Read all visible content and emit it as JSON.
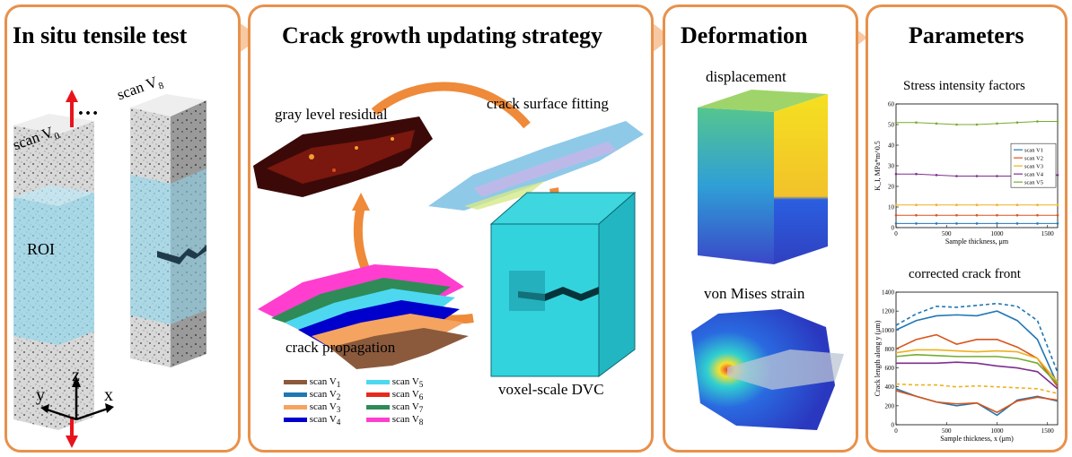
{
  "panels": {
    "p1": {
      "title": "In situ tensile test",
      "scan_first": "scan V",
      "scan_first_sub": "0",
      "ellipsis": "…",
      "scan_last": "scan V",
      "scan_last_sub": "8",
      "roi": "ROI",
      "axis_z": "z",
      "axis_y": "y",
      "axis_x": "x"
    },
    "p2": {
      "title": "Crack growth updating strategy",
      "gray_level_residual": "gray level residual",
      "crack_surface_fitting": "crack surface fitting",
      "crack_propagation": "crack propagation",
      "voxel_dvc": "voxel-scale DVC",
      "legend": [
        {
          "label": "scan V",
          "sub": "1",
          "color": "#8B5A3C"
        },
        {
          "label": "scan V",
          "sub": "2",
          "color": "#1F77B4"
        },
        {
          "label": "scan V",
          "sub": "3",
          "color": "#F4A460"
        },
        {
          "label": "scan V",
          "sub": "4",
          "color": "#0000CD"
        },
        {
          "label": "scan V",
          "sub": "5",
          "color": "#4DD8F0"
        },
        {
          "label": "scan V",
          "sub": "6",
          "color": "#E8281E"
        },
        {
          "label": "scan V",
          "sub": "7",
          "color": "#2E8B57"
        },
        {
          "label": "scan V",
          "sub": "8",
          "color": "#FF3ECF"
        }
      ]
    },
    "p3": {
      "title": "Deformation",
      "displacement": "displacement",
      "von_mises": "von Mises strain"
    },
    "p4": {
      "title": "Parameters",
      "sif_title": "Stress intensity factors",
      "crack_front_title": "corrected crack front"
    }
  },
  "chart_data": [
    {
      "type": "line",
      "title": "Stress intensity factors",
      "xlabel": "Sample thickness, μm",
      "ylabel": "K_I, MPa*m^0.5",
      "xlim": [
        0,
        1600
      ],
      "ylim": [
        0,
        60
      ],
      "xticks": [
        0,
        500,
        1000,
        1500
      ],
      "yticks": [
        0,
        10,
        20,
        30,
        40,
        50,
        60
      ],
      "legend_position": "right",
      "series": [
        {
          "name": "scan V1",
          "color": "#1F77B4",
          "x": [
            0,
            200,
            400,
            600,
            800,
            1000,
            1200,
            1400,
            1600
          ],
          "y": [
            2,
            2,
            2,
            2,
            2,
            2,
            2,
            2,
            2
          ]
        },
        {
          "name": "scan V2",
          "color": "#D9541A",
          "x": [
            0,
            200,
            400,
            600,
            800,
            1000,
            1200,
            1400,
            1600
          ],
          "y": [
            6,
            6,
            6,
            6,
            6,
            6,
            6,
            6,
            6
          ]
        },
        {
          "name": "scan V3",
          "color": "#EDB120",
          "x": [
            0,
            200,
            400,
            600,
            800,
            1000,
            1200,
            1400,
            1600
          ],
          "y": [
            11,
            11,
            11,
            11,
            11,
            11,
            11,
            11,
            11
          ]
        },
        {
          "name": "scan V4",
          "color": "#7E2F8E",
          "x": [
            0,
            200,
            400,
            600,
            800,
            1000,
            1200,
            1400,
            1600
          ],
          "y": [
            26,
            26,
            25.5,
            25,
            25,
            25,
            25,
            25.5,
            25.5
          ]
        },
        {
          "name": "scan V5",
          "color": "#77AC30",
          "x": [
            0,
            200,
            400,
            600,
            800,
            1000,
            1200,
            1400,
            1600
          ],
          "y": [
            51,
            51,
            50.5,
            50,
            50,
            50.5,
            51,
            51.5,
            51.5
          ]
        }
      ]
    },
    {
      "type": "line",
      "title": "corrected crack front",
      "xlabel": "Sample thickness, x (μm)",
      "ylabel": "Crack length along y (μm)",
      "xlim": [
        0,
        1600
      ],
      "ylim": [
        0,
        1400
      ],
      "xticks": [
        0,
        500,
        1000,
        1500
      ],
      "yticks": [
        0,
        200,
        400,
        600,
        800,
        1000,
        1200,
        1400
      ],
      "series": [
        {
          "color": "#1F77B4",
          "style": "solid",
          "x": [
            0,
            200,
            400,
            600,
            800,
            1000,
            1200,
            1400,
            1600
          ],
          "y": [
            1000,
            1100,
            1150,
            1160,
            1150,
            1200,
            1100,
            900,
            420
          ]
        },
        {
          "color": "#1F77B4",
          "style": "dashed",
          "x": [
            0,
            200,
            400,
            600,
            800,
            1000,
            1200,
            1400,
            1600
          ],
          "y": [
            1050,
            1170,
            1250,
            1240,
            1260,
            1280,
            1250,
            1100,
            550
          ]
        },
        {
          "color": "#D9541A",
          "style": "solid",
          "x": [
            0,
            200,
            400,
            600,
            800,
            1000,
            1200,
            1400,
            1600
          ],
          "y": [
            800,
            900,
            950,
            850,
            900,
            900,
            820,
            700,
            400
          ]
        },
        {
          "color": "#EDB120",
          "style": "solid",
          "x": [
            0,
            200,
            400,
            600,
            800,
            1000,
            1200,
            1400,
            1600
          ],
          "y": [
            760,
            790,
            790,
            780,
            770,
            780,
            770,
            700,
            450
          ]
        },
        {
          "color": "#77AC30",
          "style": "solid",
          "x": [
            0,
            200,
            400,
            600,
            800,
            1000,
            1200,
            1400,
            1600
          ],
          "y": [
            720,
            740,
            730,
            720,
            720,
            720,
            700,
            650,
            430
          ]
        },
        {
          "color": "#7E2F8E",
          "style": "solid",
          "x": [
            0,
            200,
            400,
            600,
            800,
            1000,
            1200,
            1400,
            1600
          ],
          "y": [
            650,
            650,
            650,
            660,
            650,
            620,
            600,
            560,
            380
          ]
        },
        {
          "color": "#EDB120",
          "style": "dashed",
          "x": [
            0,
            200,
            400,
            600,
            800,
            1000,
            1200,
            1400,
            1600
          ],
          "y": [
            430,
            420,
            420,
            400,
            410,
            400,
            390,
            380,
            330
          ]
        },
        {
          "color": "#1F77B4",
          "style": "solid",
          "x": [
            0,
            200,
            400,
            600,
            800,
            1000,
            1200,
            1400,
            1600
          ],
          "y": [
            380,
            300,
            240,
            200,
            230,
            100,
            260,
            300,
            250
          ]
        },
        {
          "color": "#D9541A",
          "style": "solid",
          "x": [
            0,
            200,
            400,
            600,
            800,
            1000,
            1200,
            1400,
            1600
          ],
          "y": [
            360,
            300,
            240,
            220,
            230,
            130,
            250,
            290,
            260
          ]
        }
      ]
    }
  ]
}
